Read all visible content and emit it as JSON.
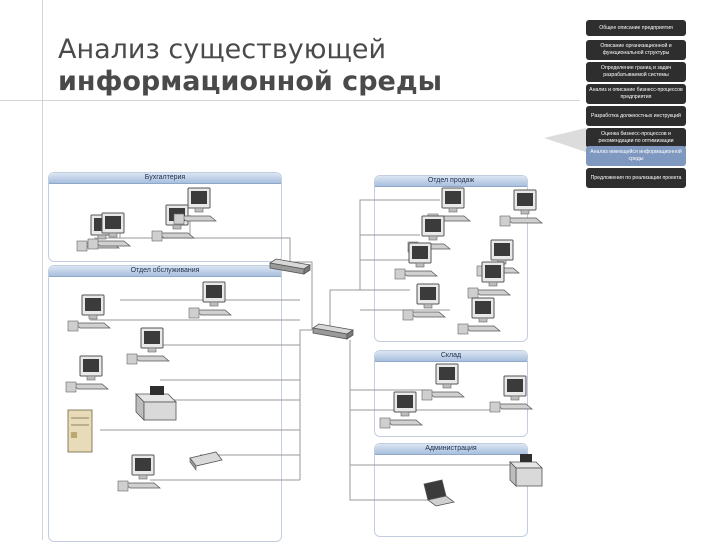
{
  "slide": {
    "title_line1": "Анализ существующей",
    "title_line2": "информационной среды"
  },
  "nav": {
    "items": [
      {
        "label": "Общее описание предприятия",
        "active": false
      },
      {
        "label": "Описание организационной и функциональной структуры",
        "active": false
      },
      {
        "label": "Определение границ и задач разрабатываемой системы",
        "active": false
      },
      {
        "label": "Анализ и описание бизнесс-процессов предприятия",
        "active": false
      },
      {
        "label": "Разработка должностных инструкций",
        "active": false
      },
      {
        "label": "Оценка бизнесс-процессов и рекомендации по оптимизации",
        "active": false
      },
      {
        "label": "Анализ имеющейся информационной среды",
        "active": true
      },
      {
        "label": "Предложения по реализации проекта",
        "active": false
      }
    ]
  },
  "groups": {
    "accounting": "Бухгалтерия",
    "service": "Отдел обслуживания",
    "sales": "Отдел продаж",
    "warehouse": "Склад",
    "administration": "Администрация"
  },
  "colors": {
    "nav_bg": "#2e2e2e",
    "nav_active": "#7f98c0",
    "group_header": "#b8cae4",
    "title_text": "#4a4a4a"
  }
}
